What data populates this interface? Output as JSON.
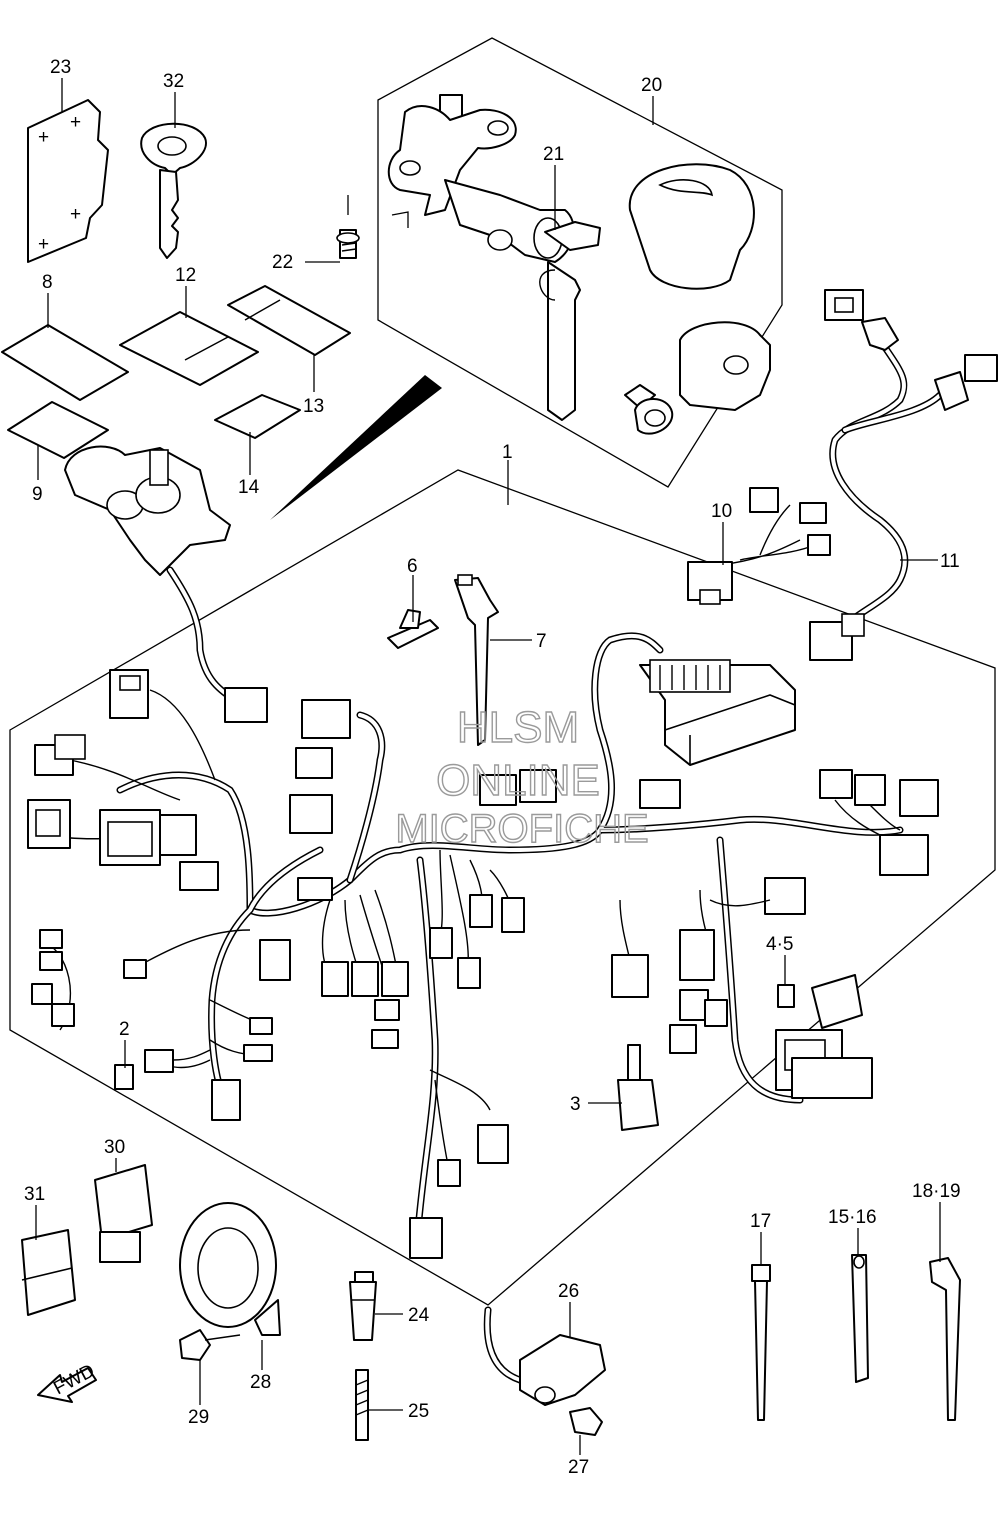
{
  "watermark": {
    "line1": "HLSM",
    "line2": "ONLINE",
    "line3": "MICROFICHE"
  },
  "callouts": [
    {
      "id": "c23",
      "text": "23"
    },
    {
      "id": "c32",
      "text": "32"
    },
    {
      "id": "c20",
      "text": "20"
    },
    {
      "id": "c21",
      "text": "21"
    },
    {
      "id": "c22",
      "text": "22"
    },
    {
      "id": "c8",
      "text": "8"
    },
    {
      "id": "c12",
      "text": "12"
    },
    {
      "id": "c13",
      "text": "13"
    },
    {
      "id": "c9",
      "text": "9"
    },
    {
      "id": "c14",
      "text": "14"
    },
    {
      "id": "c1",
      "text": "1"
    },
    {
      "id": "c10",
      "text": "10"
    },
    {
      "id": "c11",
      "text": "11"
    },
    {
      "id": "c6",
      "text": "6"
    },
    {
      "id": "c7",
      "text": "7"
    },
    {
      "id": "c45",
      "text": "4·5"
    },
    {
      "id": "c2",
      "text": "2"
    },
    {
      "id": "c3",
      "text": "3"
    },
    {
      "id": "c30",
      "text": "30"
    },
    {
      "id": "c31",
      "text": "31"
    },
    {
      "id": "c17",
      "text": "17"
    },
    {
      "id": "c1516",
      "text": "15·16"
    },
    {
      "id": "c1819",
      "text": "18·19"
    },
    {
      "id": "c26",
      "text": "26"
    },
    {
      "id": "c24",
      "text": "24"
    },
    {
      "id": "c28",
      "text": "28"
    },
    {
      "id": "c25",
      "text": "25"
    },
    {
      "id": "c29",
      "text": "29"
    },
    {
      "id": "c27",
      "text": "27"
    }
  ],
  "fwd_label": "FWD"
}
